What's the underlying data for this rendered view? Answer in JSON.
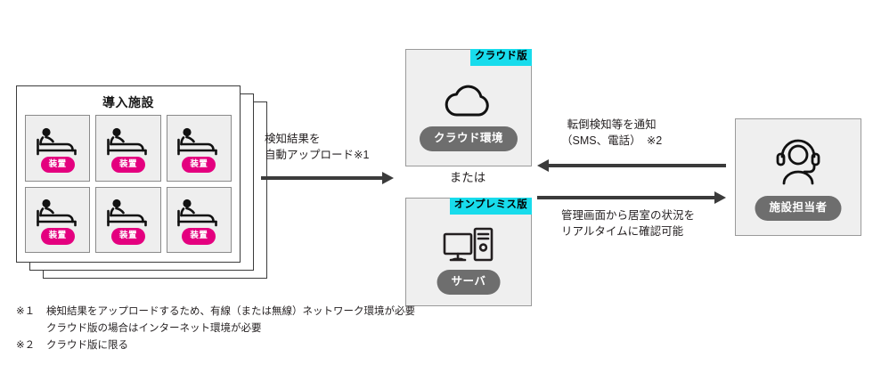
{
  "diagram": {
    "facility": {
      "title": "導入施設",
      "room_count": 6,
      "device_label": "装置",
      "bed_icon": "bed-person-icon"
    },
    "upload_flow": {
      "caption": "検知結果を\n自動アップロード※1",
      "arrow": "arrow-right-icon"
    },
    "platforms": {
      "or_label": "または",
      "cloud": {
        "version_badge": "クラウド版",
        "icon": "cloud-icon",
        "pill_label": "クラウド環境"
      },
      "onpremise": {
        "version_badge": "オンプレミス版",
        "icon": "server-desktop-icon",
        "pill_label": "サーバ"
      }
    },
    "notify_flow": {
      "caption": "転倒検知等を通知\n（SMS、電話）　※2",
      "arrow": "arrow-left-icon"
    },
    "monitor_flow": {
      "caption": "管理画面から居室の状況を\nリアルタイムに確認可能",
      "arrow": "arrow-right-icon"
    },
    "operator": {
      "icon": "headset-person-icon",
      "pill_label": "施設担当者"
    },
    "footnotes": [
      {
        "mark": "※１",
        "text": "検知結果をアップロードするため、有線（または無線）ネットワーク環境が必要\nクラウド版の場合はインターネット環境が必要"
      },
      {
        "mark": "※２",
        "text": "クラウド版に限る"
      }
    ],
    "colors": {
      "device_pink": "#e4007f",
      "version_cyan": "#18dcec",
      "pill_gray": "#6e6e6e",
      "line_dark": "#3b3b3b"
    }
  }
}
